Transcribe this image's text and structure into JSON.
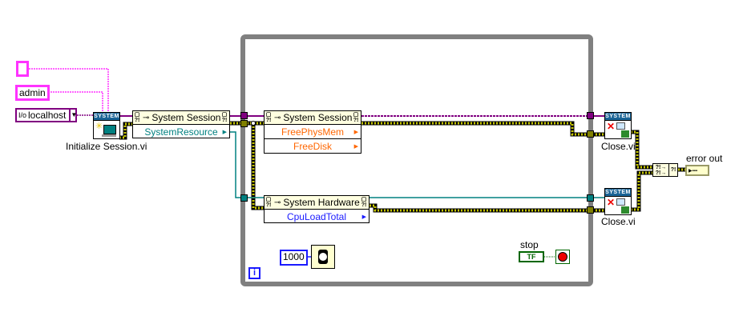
{
  "diagram": {
    "type": "LabVIEW block diagram",
    "controls": {
      "empty_string_constant": "",
      "username_constant": "admin",
      "host_ring": {
        "value": "localhost",
        "icon": "io-name-icon",
        "dropdown": "chevron-down-icon"
      }
    },
    "initialize_session": {
      "banner": "SYSTEM",
      "label": "Initialize Session.vi"
    },
    "outer_property_node": {
      "class": "System Session",
      "properties": [
        "SystemResource"
      ],
      "colors": {
        "property_text": "#008080"
      }
    },
    "loop": {
      "type": "While Loop",
      "session_node": {
        "class": "System Session",
        "properties": [
          "FreePhysMem",
          "FreeDisk"
        ],
        "colors": {
          "property_text": "#ff6600"
        }
      },
      "hardware_node": {
        "class": "System Hardware",
        "properties": [
          "CpuLoadTotal"
        ],
        "colors": {
          "property_text": "#1a1aff"
        }
      },
      "wait_constant": "1000",
      "wait_icon": "stopwatch-icon",
      "iteration_terminal": "i",
      "stop_control": {
        "label": "stop",
        "value_text": "TF"
      },
      "stop_terminal_icon": "stop-condition-icon"
    },
    "close_top": {
      "banner": "SYSTEM",
      "label": "Close.vi"
    },
    "close_bottom": {
      "banner": "SYSTEM",
      "label": "Close.vi"
    },
    "merge_errors": {
      "icon": "merge-errors-icon"
    },
    "error_out": {
      "label": "error out"
    },
    "colors": {
      "refnum_wire": "#800080",
      "string_wire": "#ff33ff",
      "error_wire": "#c8c800",
      "hardware_refnum_wire": "#008080",
      "loop_frame": "#808080",
      "header_bg": "#ffffe0"
    }
  }
}
